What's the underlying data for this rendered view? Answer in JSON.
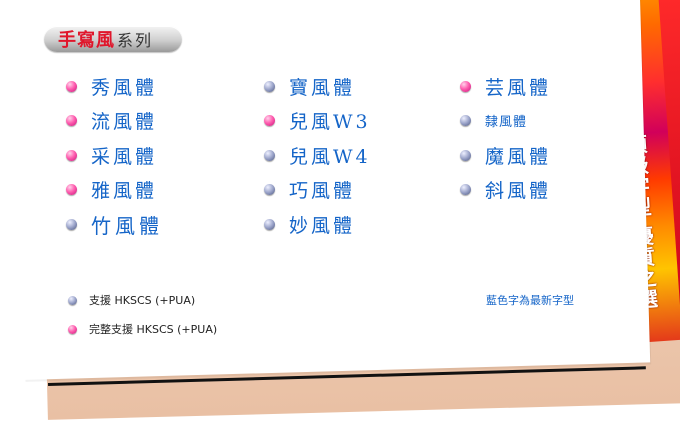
{
  "header": {
    "title_bold": "手寫風",
    "title_light": "系列"
  },
  "side_tagline": "頂級字型‧優質之選",
  "fonts": {
    "col1": [
      {
        "label": "秀風體",
        "bullet": "pink"
      },
      {
        "label": "流風體",
        "bullet": "pink"
      },
      {
        "label": "采風體",
        "bullet": "pink"
      },
      {
        "label": "雅風體",
        "bullet": "pink"
      },
      {
        "label": "竹風體",
        "bullet": "blue"
      }
    ],
    "col2": [
      {
        "label": "寶風體",
        "bullet": "blue"
      },
      {
        "label": "兒風W3",
        "bullet": "pink"
      },
      {
        "label": "兒風W4",
        "bullet": "blue"
      },
      {
        "label": "巧風體",
        "bullet": "blue"
      },
      {
        "label": "妙風體",
        "bullet": "blue"
      }
    ],
    "col3": [
      {
        "label": "芸風體",
        "bullet": "pink"
      },
      {
        "label": "隸風體",
        "bullet": "blue"
      },
      {
        "label": "魔風體",
        "bullet": "blue"
      },
      {
        "label": "斜風體",
        "bullet": "blue"
      }
    ]
  },
  "legend": {
    "support": "支援 HKSCS (+PUA)",
    "full_support": "完整支援 HKSCS (+PUA)",
    "note": "藍色字為最新字型"
  },
  "colors": {
    "accent_red": "#e0162b",
    "font_blue": "#1565c8",
    "bullet_pink": "#ff5fb0",
    "bullet_blue": "#8a93bd"
  }
}
